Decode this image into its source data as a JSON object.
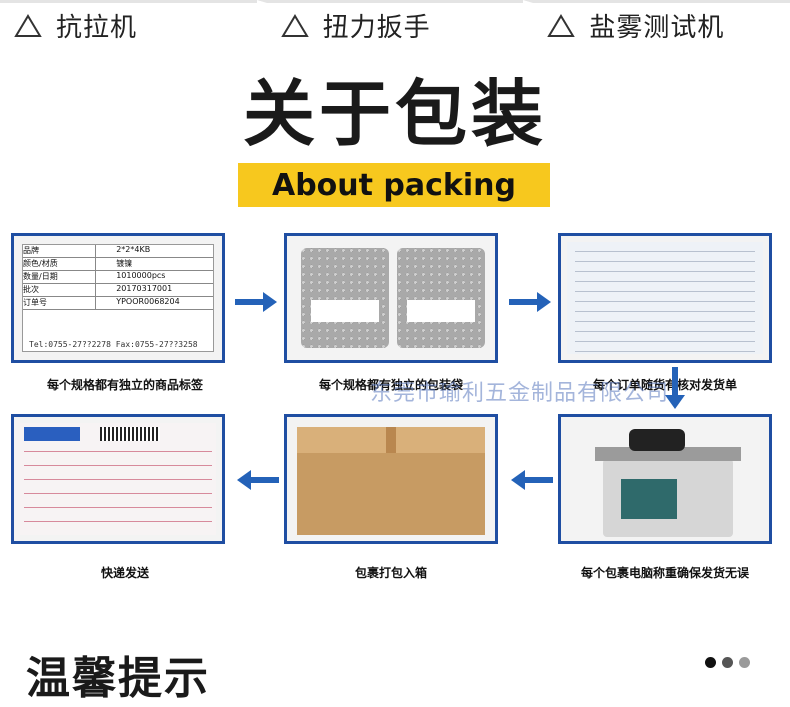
{
  "tabs": [
    {
      "label": "抗拉机"
    },
    {
      "label": "扭力扳手"
    },
    {
      "label": "盐雾测试机"
    }
  ],
  "title": "关于包装",
  "subtitle": "About packing",
  "steps": [
    {
      "caption": "每个规格都有独立的商品标签"
    },
    {
      "caption": "每个规格都有独立的包装袋"
    },
    {
      "caption": "每个订单随货有核对发货单"
    },
    {
      "caption": "每个包裹电脑称重确保发货无误"
    },
    {
      "caption": "包裹打包入箱"
    },
    {
      "caption": "快递发送"
    }
  ],
  "label_sheet": {
    "rows": [
      {
        "key": "品牌",
        "value": "2*2*4KB"
      },
      {
        "key": "颜色/材质",
        "value": "镀镍"
      },
      {
        "key": "数量/日期",
        "value": "1010000pcs"
      },
      {
        "key": "批次",
        "value": "20170317001"
      },
      {
        "key": "订单号",
        "value": "YPOOR0068204"
      }
    ],
    "footer": "Tel:0755-27??2278 Fax:0755-27??3258"
  },
  "watermark": "东莞市瑜利五金制品有限公司",
  "tips_title": "温馨提示",
  "colors": {
    "accent_yellow": "#f7c81e",
    "frame_blue": "#1f4ea2",
    "arrow_blue": "#2462b8",
    "dot_dark": "#111111",
    "dot_mid": "#555555",
    "dot_light": "#9a9a9a"
  }
}
